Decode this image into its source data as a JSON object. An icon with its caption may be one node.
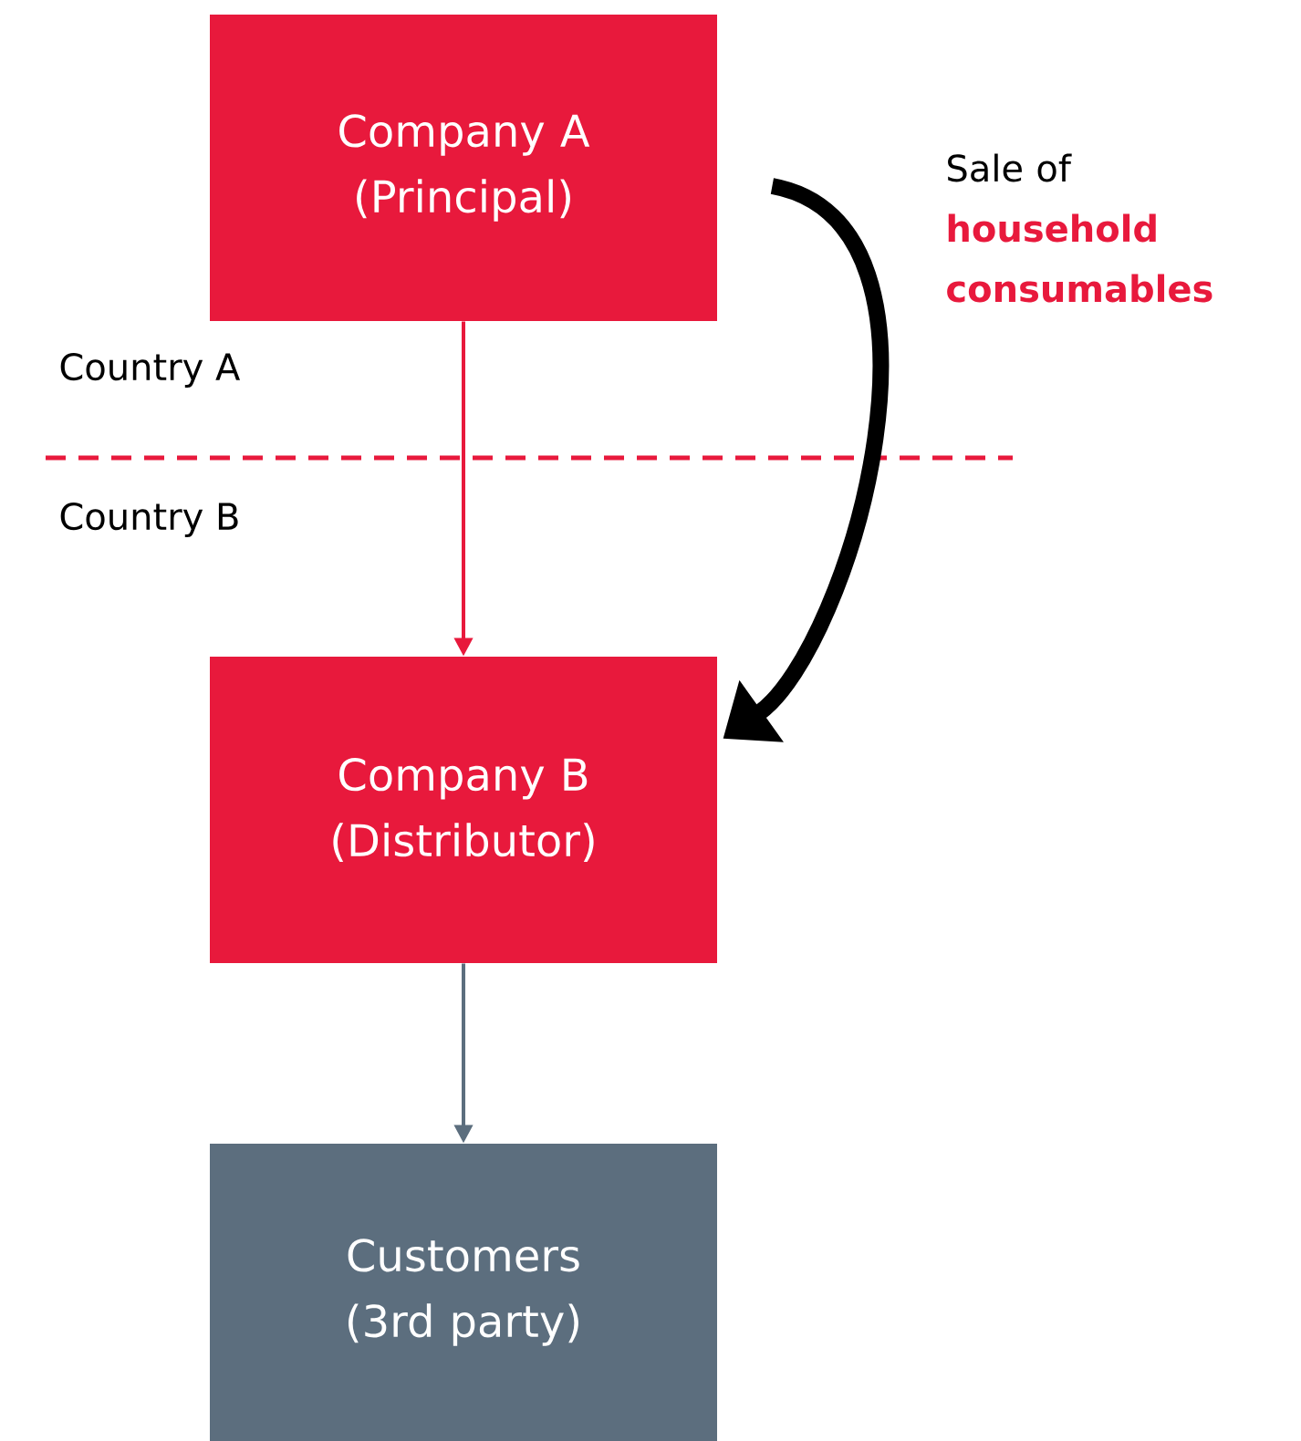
{
  "diagram": {
    "nodes": [
      {
        "text": [
          "Company A (Principal)"
        ]
      },
      {
        "text": [
          "Company B (Distributor)"
        ]
      },
      {
        "text": [
          "Customers (3rd party)"
        ]
      }
    ],
    "edges": [
      {
        "from": 0,
        "to": 1,
        "arrow": "to",
        "color": "#e8193c"
      },
      {
        "from": 0,
        "to": 1,
        "arrow": "to",
        "style": "thick",
        "color": "#000000",
        "label": "Sale of **household consumables**"
      },
      {
        "from": 1,
        "to": 2,
        "arrow": "to",
        "color": "#5c6e7e"
      }
    ],
    "labels": [
      "Country A",
      "Country B"
    ]
  }
}
